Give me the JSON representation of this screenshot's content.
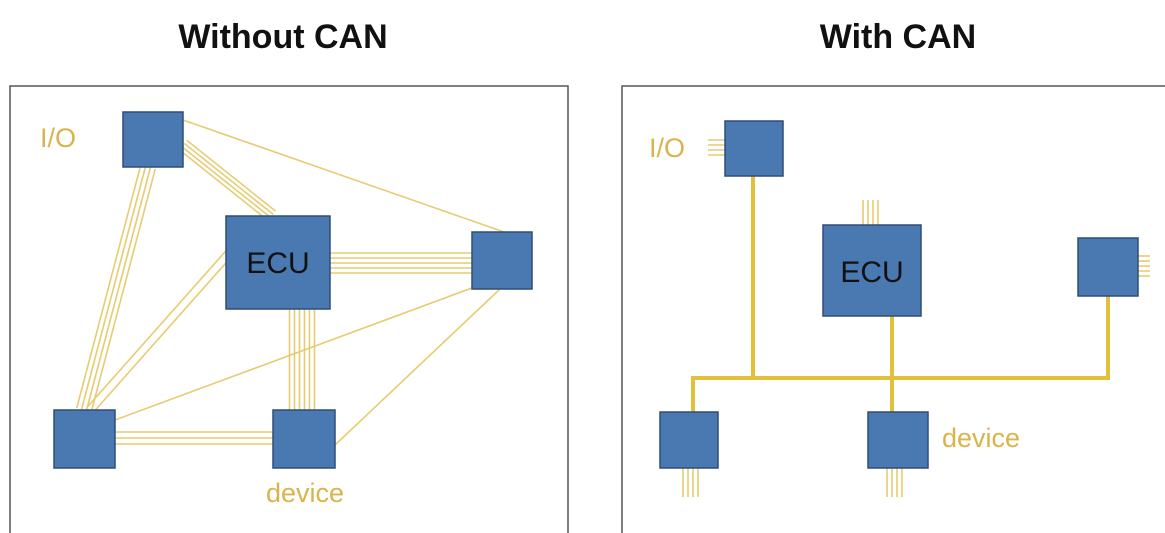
{
  "colors": {
    "node_fill": "#4a78b0",
    "node_stroke": "#2e4d78",
    "wire": "#e6cc70",
    "bus": "#e3c03a",
    "label": "#d9b44a"
  },
  "left": {
    "title": "Without CAN",
    "io_label": "I/O",
    "ecu_label": "ECU",
    "device_label": "device"
  },
  "right": {
    "title": "With CAN",
    "io_label": "I/O",
    "ecu_label": "ECU",
    "device_label": "device"
  }
}
